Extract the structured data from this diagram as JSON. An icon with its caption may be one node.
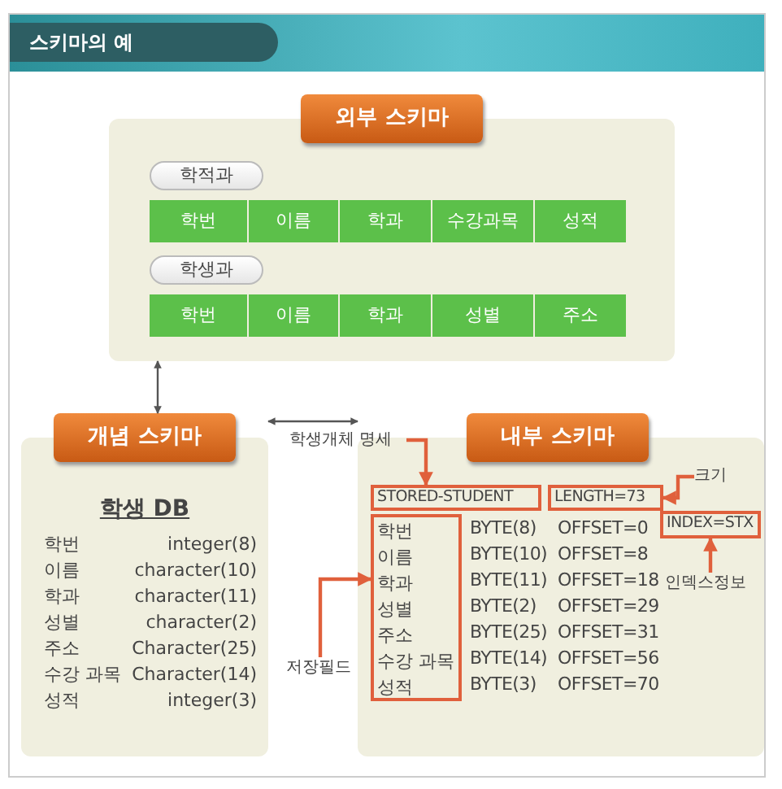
{
  "diagram": {
    "title": "스키마의 예",
    "nodes": [
      {
        "text": [
          "외부 스키마"
        ]
      },
      {
        "text": [
          "학적과"
        ],
        "in": 0
      },
      {
        "text": [
          "학번"
        ],
        "in": 0
      },
      {
        "text": [
          "이름"
        ],
        "in": 0
      },
      {
        "text": [
          "학과"
        ],
        "in": 0
      },
      {
        "text": [
          "수강과목"
        ],
        "in": 0
      },
      {
        "text": [
          "성적"
        ],
        "in": 0
      },
      {
        "text": [
          "학생과"
        ],
        "in": 0
      },
      {
        "text": [
          "학번"
        ],
        "in": 0
      },
      {
        "text": [
          "이름"
        ],
        "in": 0
      },
      {
        "text": [
          "학과"
        ],
        "in": 0
      },
      {
        "text": [
          "성별"
        ],
        "in": 0
      },
      {
        "text": [
          "주소"
        ],
        "in": 0
      },
      {
        "text": [
          "개념 스키마",
          "학생 DB"
        ]
      },
      {
        "text": [
          "내부 스키마"
        ]
      },
      {
        "text": [
          "STORED-STUDENT"
        ],
        "in": 14
      },
      {
        "text": [
          "LENGTH=73"
        ],
        "in": 14
      },
      {
        "text": [
          "INDEX=STX"
        ],
        "in": 14
      },
      {
        "text": [
          "학번",
          "이름",
          "학과",
          "성별",
          "주소",
          "수강 과목",
          "성적"
        ],
        "in": 14
      },
      {
        "text": [
          "학생개체 명세"
        ]
      },
      {
        "text": [
          "크기"
        ],
        "in": 14
      },
      {
        "text": [
          "인덱스정보"
        ],
        "in": 14
      },
      {
        "text": [
          "저장필드"
        ]
      }
    ],
    "edges": [
      {
        "from": 0,
        "to": 13,
        "arrow": "both",
        "color": "#555555"
      },
      {
        "from": 13,
        "to": 14,
        "arrow": "both",
        "color": "#555555"
      },
      {
        "from": 19,
        "to": 15,
        "arrow": "to"
      },
      {
        "from": 20,
        "to": 16,
        "arrow": "to"
      },
      {
        "from": 21,
        "to": 17,
        "arrow": "to"
      },
      {
        "from": 22,
        "to": 18,
        "arrow": "to"
      }
    ],
    "labels": [
      "학번",
      "integer(8)",
      "이름",
      "character(10)",
      "학과",
      "character(11)",
      "성별",
      "character(2)",
      "주소",
      "Character(25)",
      "수강 과목",
      "Character(14)",
      "성적",
      "integer(3)",
      "BYTE(8)",
      "OFFSET=0",
      "BYTE(10)",
      "OFFSET=8",
      "BYTE(11)",
      "OFFSET=18",
      "BYTE(2)",
      "OFFSET=29",
      "BYTE(25)",
      "OFFSET=31",
      "BYTE(14)",
      "OFFSET=56",
      "BYTE(3)",
      "OFFSET=70"
    ]
  }
}
